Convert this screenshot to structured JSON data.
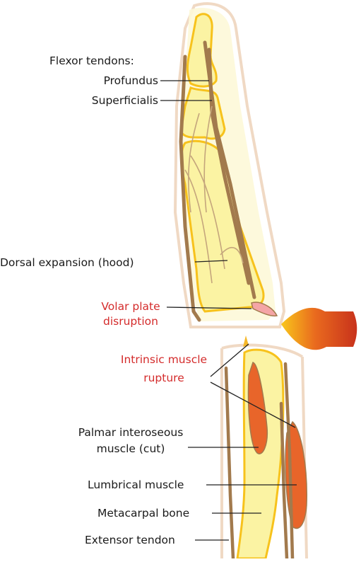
{
  "labels": {
    "flexor_heading": "Flexor tendons:",
    "profundus": "Profundus",
    "superficialis": "Superficialis",
    "dorsal_expansion": "Dorsal expansion (hood)",
    "volar_plate_1": "Volar plate",
    "volar_plate_2": "disruption",
    "intrinsic_1": "Intrinsic muscle",
    "intrinsic_2": "rupture",
    "palmar_1": "Palmar interoseous",
    "palmar_2": "muscle (cut)",
    "lumbrical": "Lumbrical muscle",
    "metacarpal": "Metacarpal bone",
    "extensor": "Extensor tendon"
  },
  "colors": {
    "text": "#1a1a1a",
    "red_text": "#d42b2b",
    "bone_fill": "#fbf3a3",
    "bone_edge": "#f7c21c",
    "tendon": "#a27a4d",
    "skin": "#f0d9c4",
    "muscle": "#e8652a",
    "arrow": "#d83a1f"
  }
}
